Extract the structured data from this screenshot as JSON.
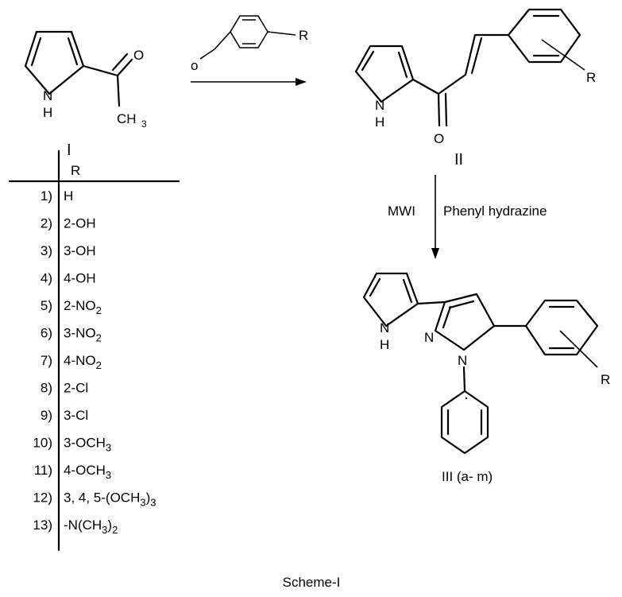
{
  "compound_I": {
    "nh_n": "N",
    "nh_h": "H",
    "o": "O",
    "ch3": "CH",
    "ch3_sub": "3",
    "label": "I"
  },
  "reagent": {
    "o": "o",
    "r": "R"
  },
  "compound_II": {
    "nh_n": "N",
    "nh_h": "H",
    "o": "O",
    "r": "R",
    "label": "II"
  },
  "step2": {
    "condition_left": "MWI",
    "condition_right": "Phenyl hydrazine"
  },
  "compound_III": {
    "nh_n": "N",
    "nh_h": "H",
    "n1": "N",
    "n2": "N",
    "r": "R",
    "label": "III (a- m)"
  },
  "table": {
    "header": "R",
    "rows": [
      {
        "num": "1)",
        "segs": [
          "H"
        ]
      },
      {
        "num": "2)",
        "segs": [
          "2-OH"
        ]
      },
      {
        "num": "3)",
        "segs": [
          "3-OH"
        ]
      },
      {
        "num": "4)",
        "segs": [
          "4-OH"
        ]
      },
      {
        "num": "5)",
        "segs": [
          "2-NO",
          "2"
        ]
      },
      {
        "num": "6)",
        "segs": [
          "3-NO",
          "2"
        ]
      },
      {
        "num": "7)",
        "segs": [
          "4-NO",
          "2"
        ]
      },
      {
        "num": "8)",
        "segs": [
          "2-Cl"
        ]
      },
      {
        "num": "9)",
        "segs": [
          "3-Cl"
        ]
      },
      {
        "num": "10)",
        "segs": [
          "3-OCH",
          "3"
        ]
      },
      {
        "num": "11)",
        "segs": [
          "4-OCH",
          "3"
        ]
      },
      {
        "num": "12)",
        "segs": [
          "3, 4, 5-(OCH",
          "3",
          ")",
          "3"
        ]
      },
      {
        "num": "13)",
        "segs": [
          "-N(CH",
          "3",
          ")",
          "2"
        ]
      }
    ]
  },
  "caption": "Scheme-I"
}
